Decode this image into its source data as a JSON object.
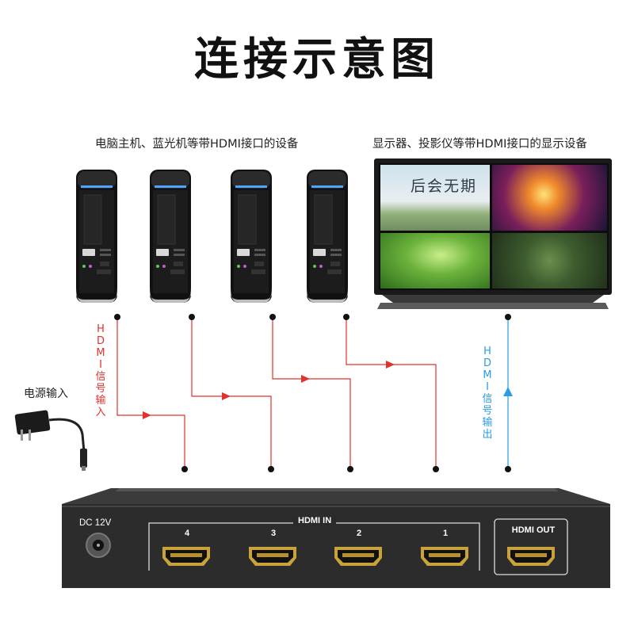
{
  "title": "连接示意图",
  "sources": {
    "caption": "电脑主机、蓝光机等带HDMI接口的设备",
    "count": 4
  },
  "display": {
    "caption": "显示器、投影仪等带HDMI接口的显示设备",
    "screen_text": "后会无期"
  },
  "signal_in_label": "HDMI信号输入",
  "signal_out_label": "HDMI信号输出",
  "power": {
    "label": "电源输入",
    "dc_label": "DC 12V"
  },
  "device": {
    "hdmi_in_label": "HDMI IN",
    "hdmi_out_label": "HDMI OUT",
    "input_ports": [
      "4",
      "3",
      "2",
      "1"
    ]
  },
  "colors": {
    "input_line": "#e1322d",
    "output_line": "#2a9be4",
    "device_body": "#2c2c2c"
  }
}
